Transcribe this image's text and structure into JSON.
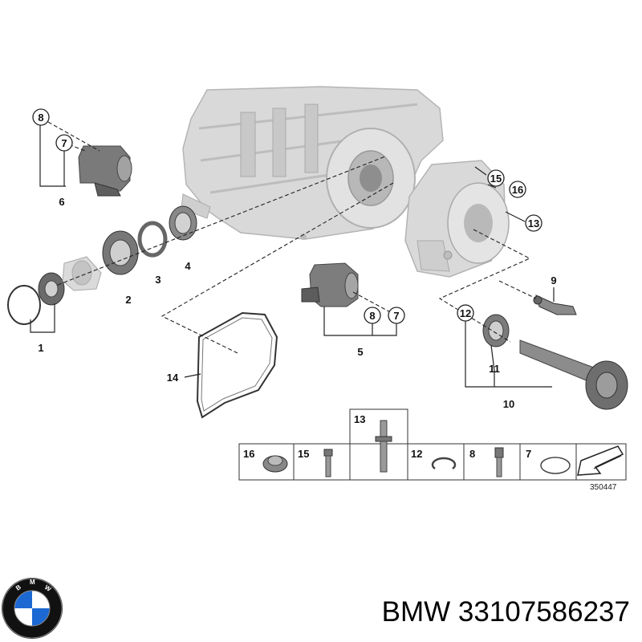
{
  "diagram": {
    "callouts": {
      "c1": "1",
      "c2": "2",
      "c3": "3",
      "c4": "4",
      "c5": "5",
      "c6": "6",
      "c7a": "7",
      "c7b": "7",
      "c8a": "8",
      "c8b": "8",
      "c9": "9",
      "c10": "10",
      "c11": "11",
      "c12": "12",
      "c13": "13",
      "c14": "14",
      "c15": "15",
      "c16": "16"
    },
    "legend": [
      {
        "num": "16",
        "icon": "collar-nut-icon"
      },
      {
        "num": "15",
        "icon": "hex-bolt-icon"
      },
      {
        "num": "13",
        "icon": "stud-bolt-icon"
      },
      {
        "num": "12",
        "icon": "circlip-icon"
      },
      {
        "num": "8",
        "icon": "socket-screw-icon"
      },
      {
        "num": "7",
        "icon": "o-ring-icon"
      },
      {
        "num": "",
        "icon": "direction-arrow-icon"
      }
    ],
    "reference": "350447"
  },
  "footer": {
    "brand": "BMW",
    "part_number": "33107586237",
    "caption": "BMW 33107586237",
    "logo": "bmw-roundel-logo"
  },
  "colors": {
    "part_gray": "#d4d4d4",
    "part_dark": "#6a6a6a",
    "line": "#222222",
    "logo_blue": "#1c69d4"
  }
}
